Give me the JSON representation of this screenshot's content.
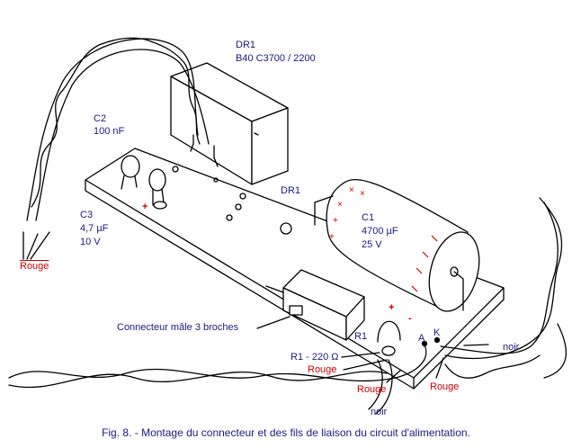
{
  "figure_caption": "Fig. 8. - Montage du connecteur et des fils de liaison du circuit d'alimentation.",
  "labels": {
    "dr1_title": "DR1",
    "dr1_ref": "B40  C3700 / 2200",
    "dr1_board": "DR1",
    "c2_name": "C2",
    "c2_value": "100 nF",
    "c3_name": "C3",
    "c3_value1": "4,7 µF",
    "c3_value2": "10 V",
    "c1_name": "C1",
    "c1_value1": "4700 µF",
    "c1_value2": "25 V",
    "rouge_left": "Rouge",
    "connector": "Connecteur mâle 3 broches",
    "r1_short": "R1",
    "r1_value": "R1 - 220 Ω",
    "rouge_r1": "Rouge",
    "rouge_mid": "Rouge",
    "noir_bottom": "noir",
    "pin_a": "A",
    "pin_k": "K",
    "noir_right": "noir",
    "rouge_right": "Rouge",
    "plus_mark": "+",
    "minus_mark": "-"
  },
  "colors": {
    "line": "#000000",
    "label_blue": "#1a1a80",
    "label_red": "#cc0000",
    "background": "#ffffff"
  }
}
